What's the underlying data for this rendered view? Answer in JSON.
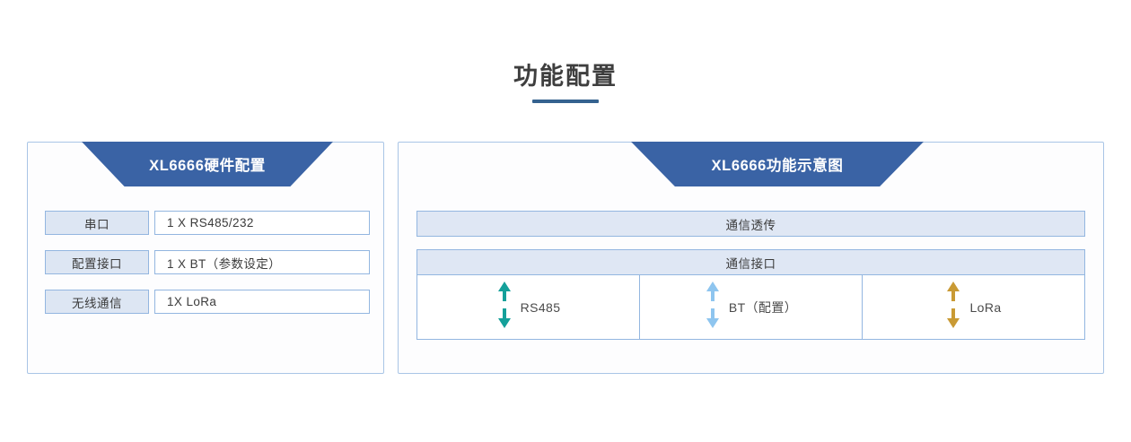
{
  "page": {
    "title": "功能配置",
    "accent_color": "#35628f",
    "banner_color": "#3a63a5",
    "panel_border_color": "#a9c5e6",
    "cell_fill_color": "#dde6f3"
  },
  "hardware_panel": {
    "banner_title": "XL6666硬件配置",
    "rows": [
      {
        "label": "串口",
        "value": "1 X RS485/232"
      },
      {
        "label": "配置接口",
        "value": "1 X BT（参数设定）"
      },
      {
        "label": "无线通信",
        "value": "1X LoRa"
      }
    ]
  },
  "function_panel": {
    "banner_title": "XL6666功能示意图",
    "transparent_bar": "通信透传",
    "interface_group_title": "通信接口",
    "interfaces": [
      {
        "label": "RS485",
        "icon": "double-arrow-vertical-icon",
        "color": "#14a09a"
      },
      {
        "label": "BT（配置）",
        "icon": "double-arrow-vertical-icon",
        "color": "#8ec5ef"
      },
      {
        "label": "LoRa",
        "icon": "double-arrow-vertical-icon",
        "color": "#c99a34"
      }
    ]
  }
}
